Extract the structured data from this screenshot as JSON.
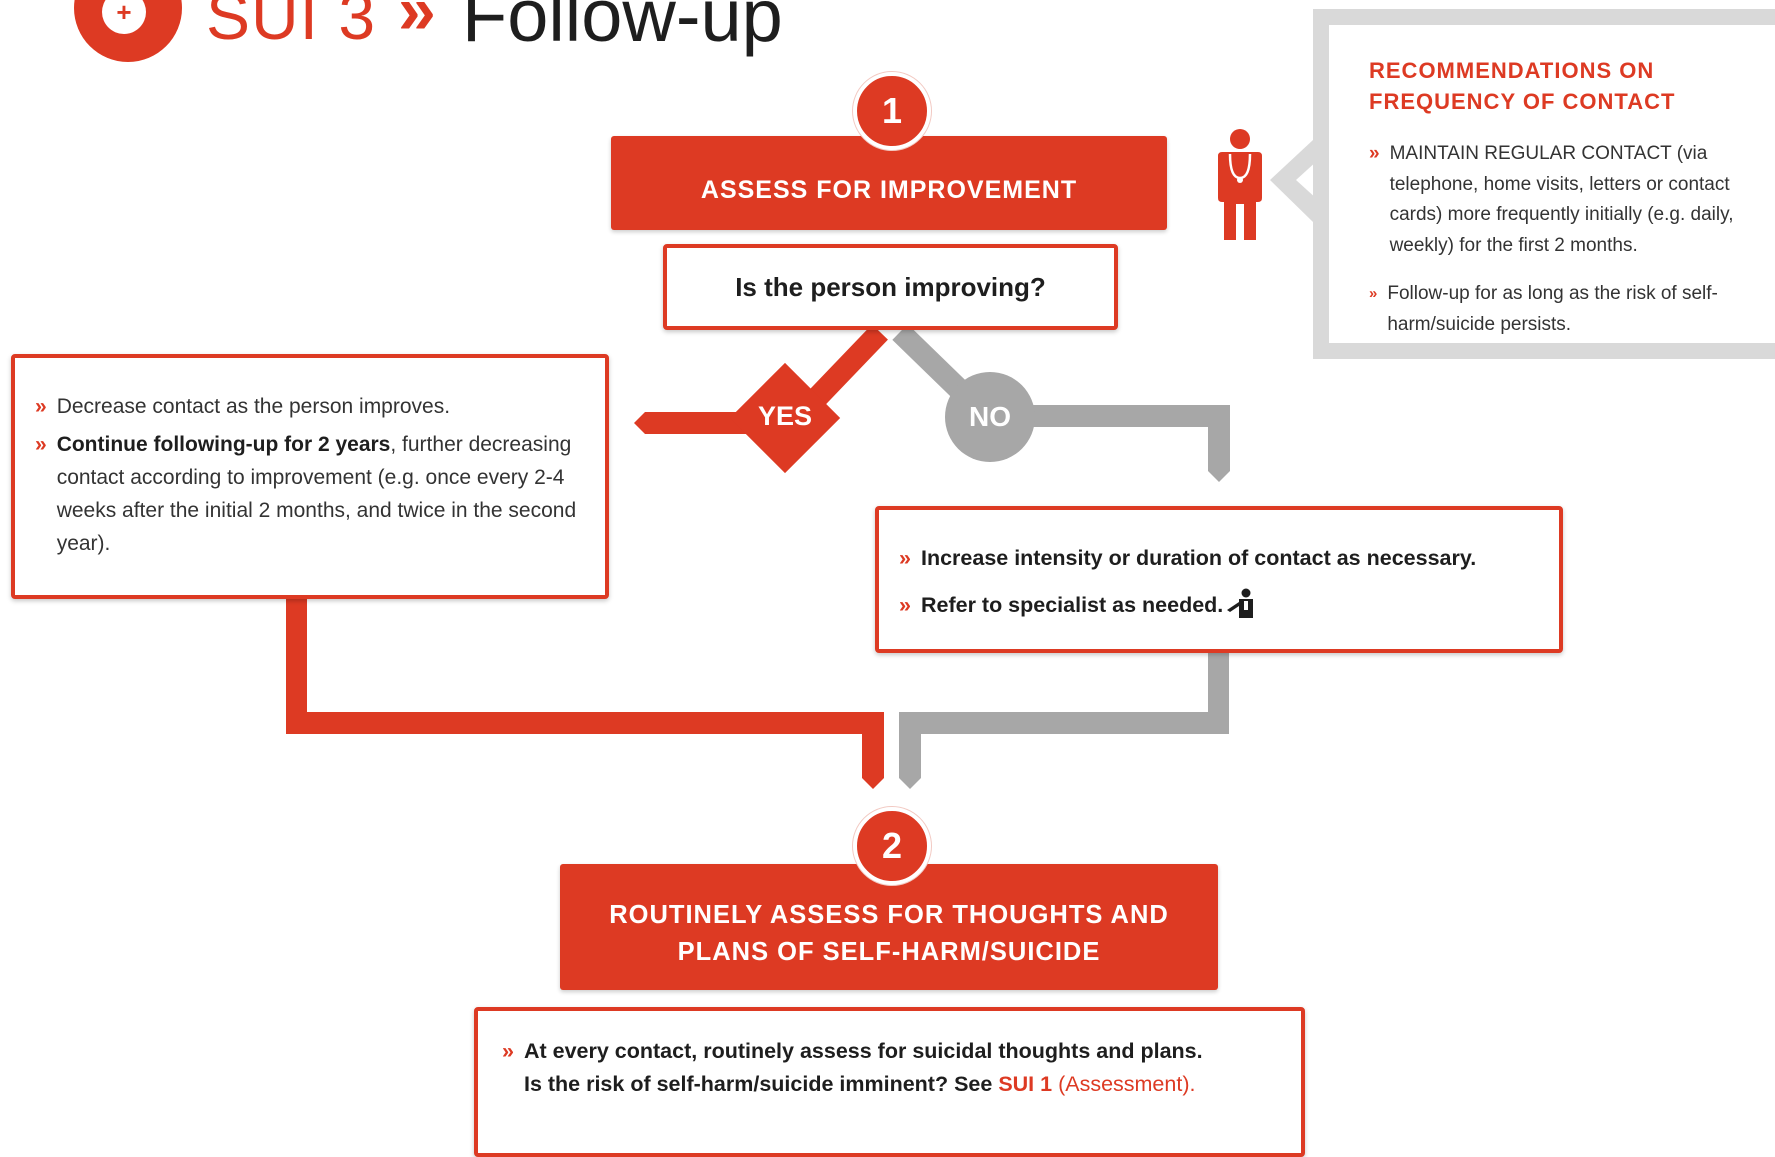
{
  "header": {
    "code": "SUI 3",
    "separator": "»",
    "title": "Follow-up"
  },
  "colors": {
    "accent": "#dd3a23",
    "neutral": "#a7a7a7",
    "panel_border": "#d9d9d9"
  },
  "icons": {
    "logo": "medical-plus-icon",
    "person": "health-worker-icon",
    "specialist": "specialist-icon"
  },
  "step1": {
    "number": "1",
    "banner": "ASSESS FOR IMPROVEMENT",
    "question": "Is the person improving?"
  },
  "branches": {
    "yes": "YES",
    "no": "NO"
  },
  "recommendations": {
    "title_line1": "RECOMMENDATIONS ON",
    "title_line2": "FREQUENCY OF CONTACT",
    "item1": "MAINTAIN REGULAR CONTACT (via telephone, home visits, letters or contact cards) more frequently initially (e.g. daily, weekly) for the first 2 months.",
    "item2": "Follow-up for as long as the risk of self-harm/suicide persists."
  },
  "yes_box": {
    "item1": "Decrease contact as the person improves.",
    "item2_bold": "Continue following-up for 2 years",
    "item2_rest": ", further decreasing contact according to improvement (e.g. once every 2-4 weeks after the initial 2 months, and twice in the second year)."
  },
  "no_box": {
    "item1": "Increase intensity or duration of contact as necessary.",
    "item2": "Refer to specialist as needed."
  },
  "step2": {
    "number": "2",
    "banner_line1": "ROUTINELY ASSESS FOR THOUGHTS AND",
    "banner_line2": "PLANS OF SELF-HARM/SUICIDE"
  },
  "bottom_box": {
    "line1": "At every contact, routinely assess for suicidal thoughts and plans.",
    "line2_text": "Is the risk of self-harm/suicide imminent? See ",
    "line2_ref": "SUI 1",
    "line2_ref_note": " (Assessment)."
  }
}
